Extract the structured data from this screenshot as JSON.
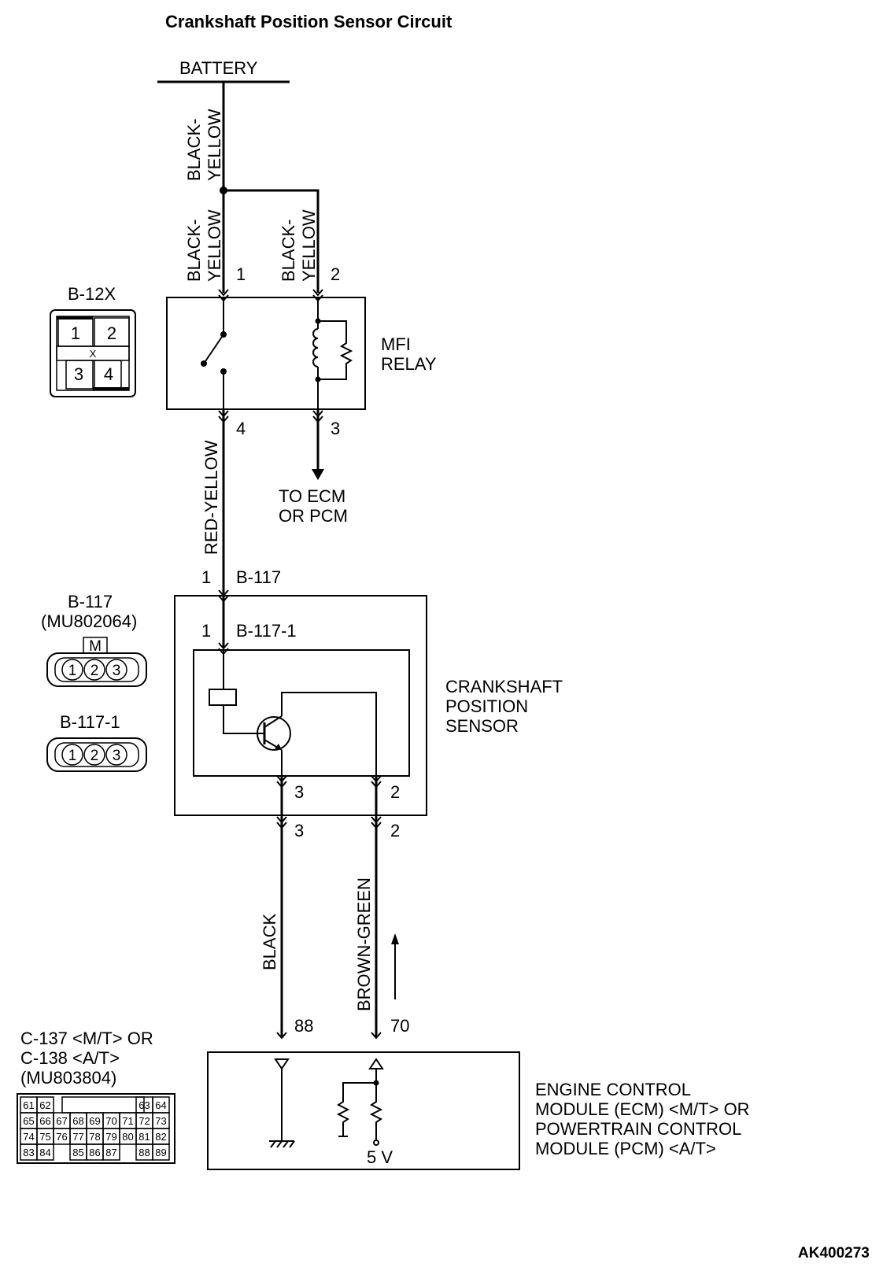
{
  "title": "Crankshaft Position Sensor Circuit",
  "battery_label": "BATTERY",
  "wires": {
    "battery_wire": [
      "BLACK-",
      "YELLOW"
    ],
    "relay_pin1_wire": [
      "BLACK-",
      "YELLOW"
    ],
    "relay_pin2_wire": [
      "BLACK-",
      "YELLOW"
    ],
    "red_yellow": "RED-YELLOW",
    "black": "BLACK",
    "brown_green": "BROWN-GREEN"
  },
  "relay": {
    "name": [
      "MFI",
      "RELAY"
    ],
    "connector": "B-12X",
    "pins": {
      "p1": "1",
      "p2": "2",
      "p3": "3",
      "p4": "4"
    },
    "to_module": [
      "TO ECM",
      "OR PCM"
    ]
  },
  "sensor": {
    "name": [
      "CRANKSHAFT",
      "POSITION",
      "SENSOR"
    ],
    "connector_outer": "B-117",
    "connector_inner": "B-117-1",
    "outer_part": "(MU802064)",
    "inner_connector_label": "B-117-1",
    "pin_numbers": {
      "p1": "1",
      "p2": "2",
      "p3": "3"
    }
  },
  "ecm": {
    "name": [
      "ENGINE CONTROL",
      "MODULE (ECM) <M/T> OR",
      "POWERTRAIN CONTROL",
      "MODULE (PCM) <A/T>"
    ],
    "connector": [
      "C-137 <M/T> OR",
      "C-138 <A/T>",
      "(MU803804)"
    ],
    "pin_ground": "88",
    "pin_signal": "70",
    "voltage": "5 V",
    "connector_rows": [
      [
        "61",
        "62",
        "",
        "",
        "",
        "",
        "",
        "63",
        "64"
      ],
      [
        "65",
        "66",
        "67",
        "68",
        "69",
        "70",
        "71",
        "72",
        "73"
      ],
      [
        "74",
        "75",
        "76",
        "77",
        "78",
        "79",
        "80",
        "81",
        "82"
      ],
      [
        "83",
        "84",
        "",
        "85",
        "86",
        "87",
        "",
        "88",
        "89"
      ]
    ]
  },
  "footer_code": "AK400273"
}
